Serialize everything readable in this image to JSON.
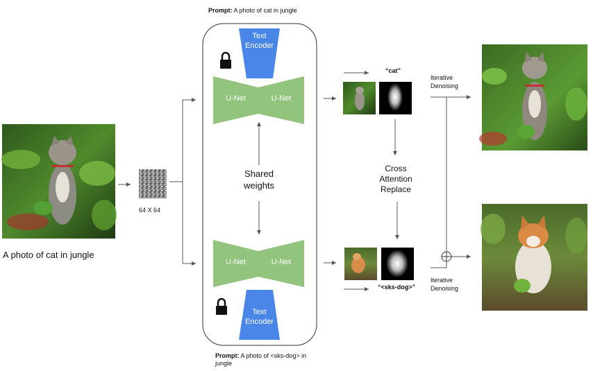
{
  "prompt_top": {
    "label": "Prompt:",
    "text": "A photo of cat in jungle"
  },
  "prompt_bottom": {
    "label": "Prompt:",
    "text_line1": "A photo of <sks-dog> in",
    "text_line2": "jungle"
  },
  "input_caption": "A photo of cat in jungle",
  "noise_label": "64 X 64",
  "text_encoder": {
    "line1": "Text",
    "line2": "Encoder"
  },
  "unet_label": "U-Net",
  "shared_weights": {
    "line1": "Shared",
    "line2": "weights"
  },
  "token_top": "“cat”",
  "token_bottom": "“<sks-dog>”",
  "cross_attention": {
    "line1": "Cross",
    "line2": "Attention",
    "line3": "Replace"
  },
  "iterative_denoising": {
    "line1": "Iterative",
    "line2": "Denoising"
  },
  "colors": {
    "encoder_blue": "#4a86e8",
    "unet_green": "#93c47d",
    "arrow_gray": "#555555",
    "frame": "#333333"
  }
}
